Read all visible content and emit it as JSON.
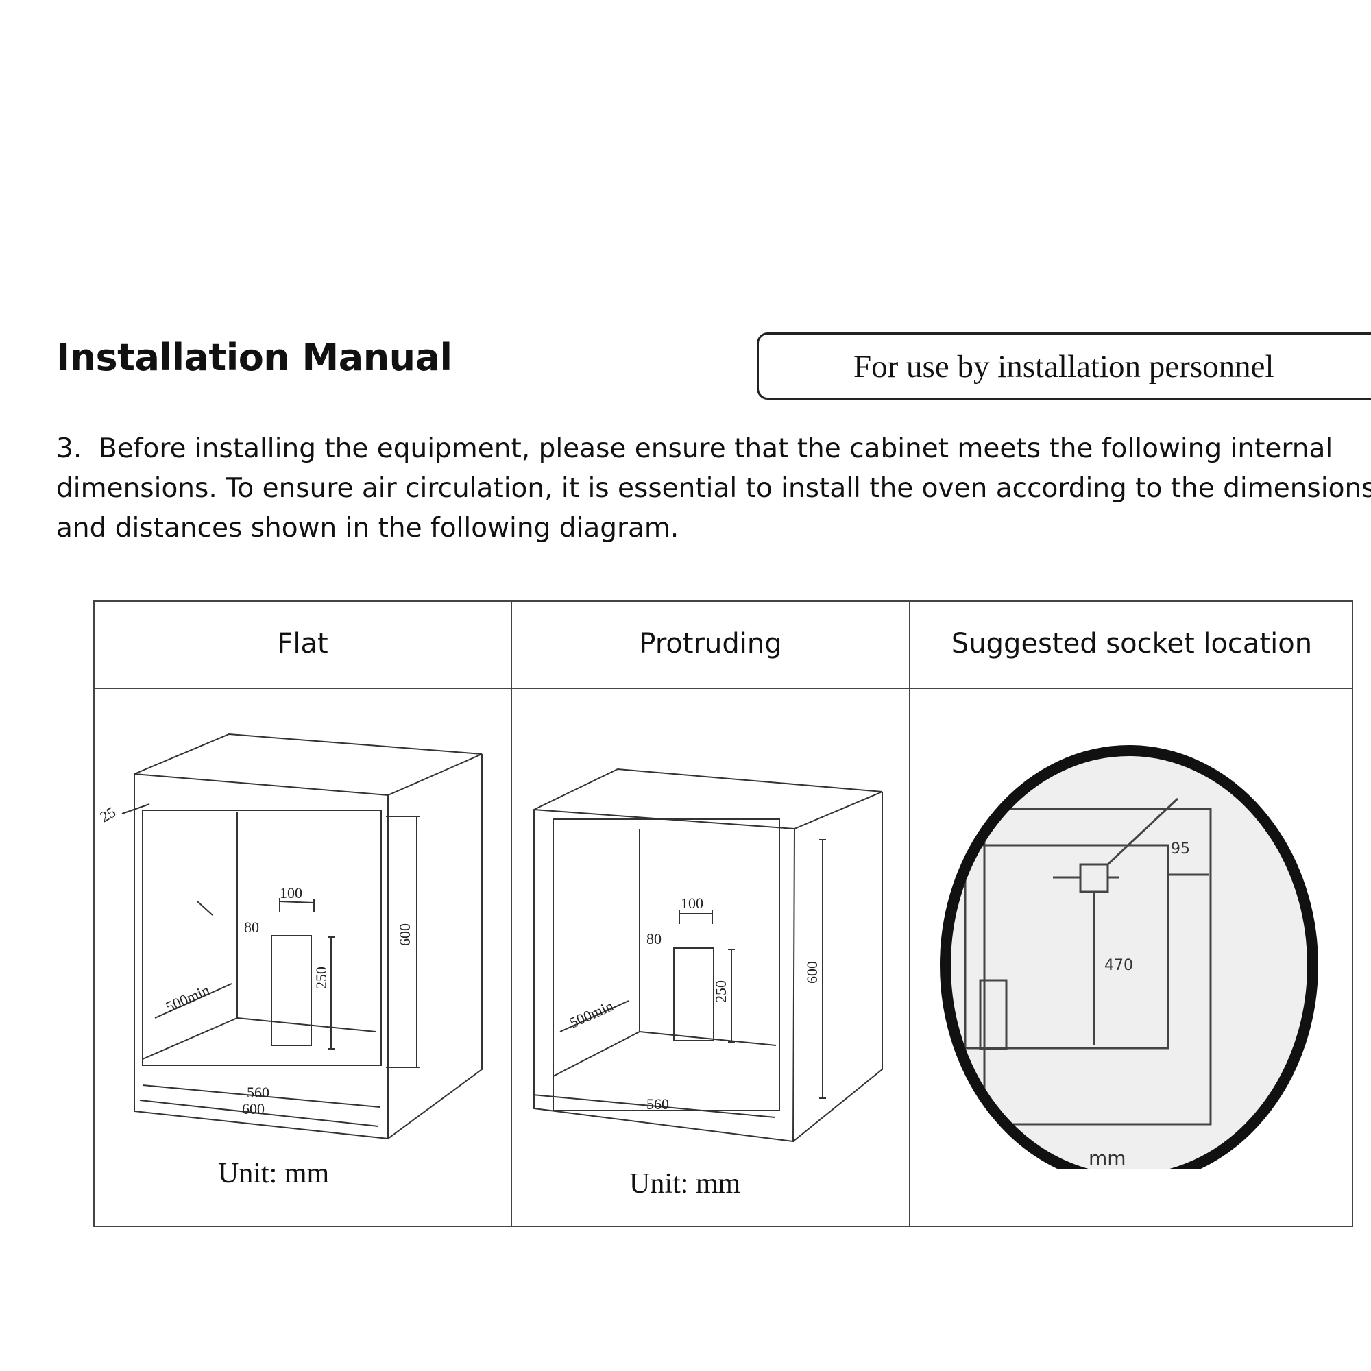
{
  "header": {
    "title": "Installation Manual",
    "badge": "For use by installation personnel"
  },
  "instruction": {
    "number": "3.",
    "lines": [
      "Before installing the equipment, please ensure that the cabinet meets the following internal",
      "dimensions. To ensure air circulation, it is essential to install the oven according to the dimensions",
      "and distances shown in the following diagram."
    ]
  },
  "table": {
    "headers": [
      "Flat",
      "Protruding",
      "Suggested socket location"
    ],
    "flat": {
      "dims": {
        "d25": "25",
        "d100": "100",
        "d80": "80",
        "d250": "250",
        "d600v": "600",
        "d500": "500min",
        "d560": "560",
        "d600h": "600"
      },
      "unit": "Unit: mm"
    },
    "protruding": {
      "dims": {
        "d100": "100",
        "d80": "80",
        "d250": "250",
        "d600v": "600",
        "d500": "500min",
        "d560": "560"
      },
      "unit": "Unit: mm"
    },
    "socket": {
      "dims": {
        "d95": "95",
        "d470": "470"
      },
      "caption_fragment": "mm"
    }
  },
  "colors": {
    "line": "#333333",
    "ring": "#111111",
    "zoom_bg": "#efefef"
  }
}
